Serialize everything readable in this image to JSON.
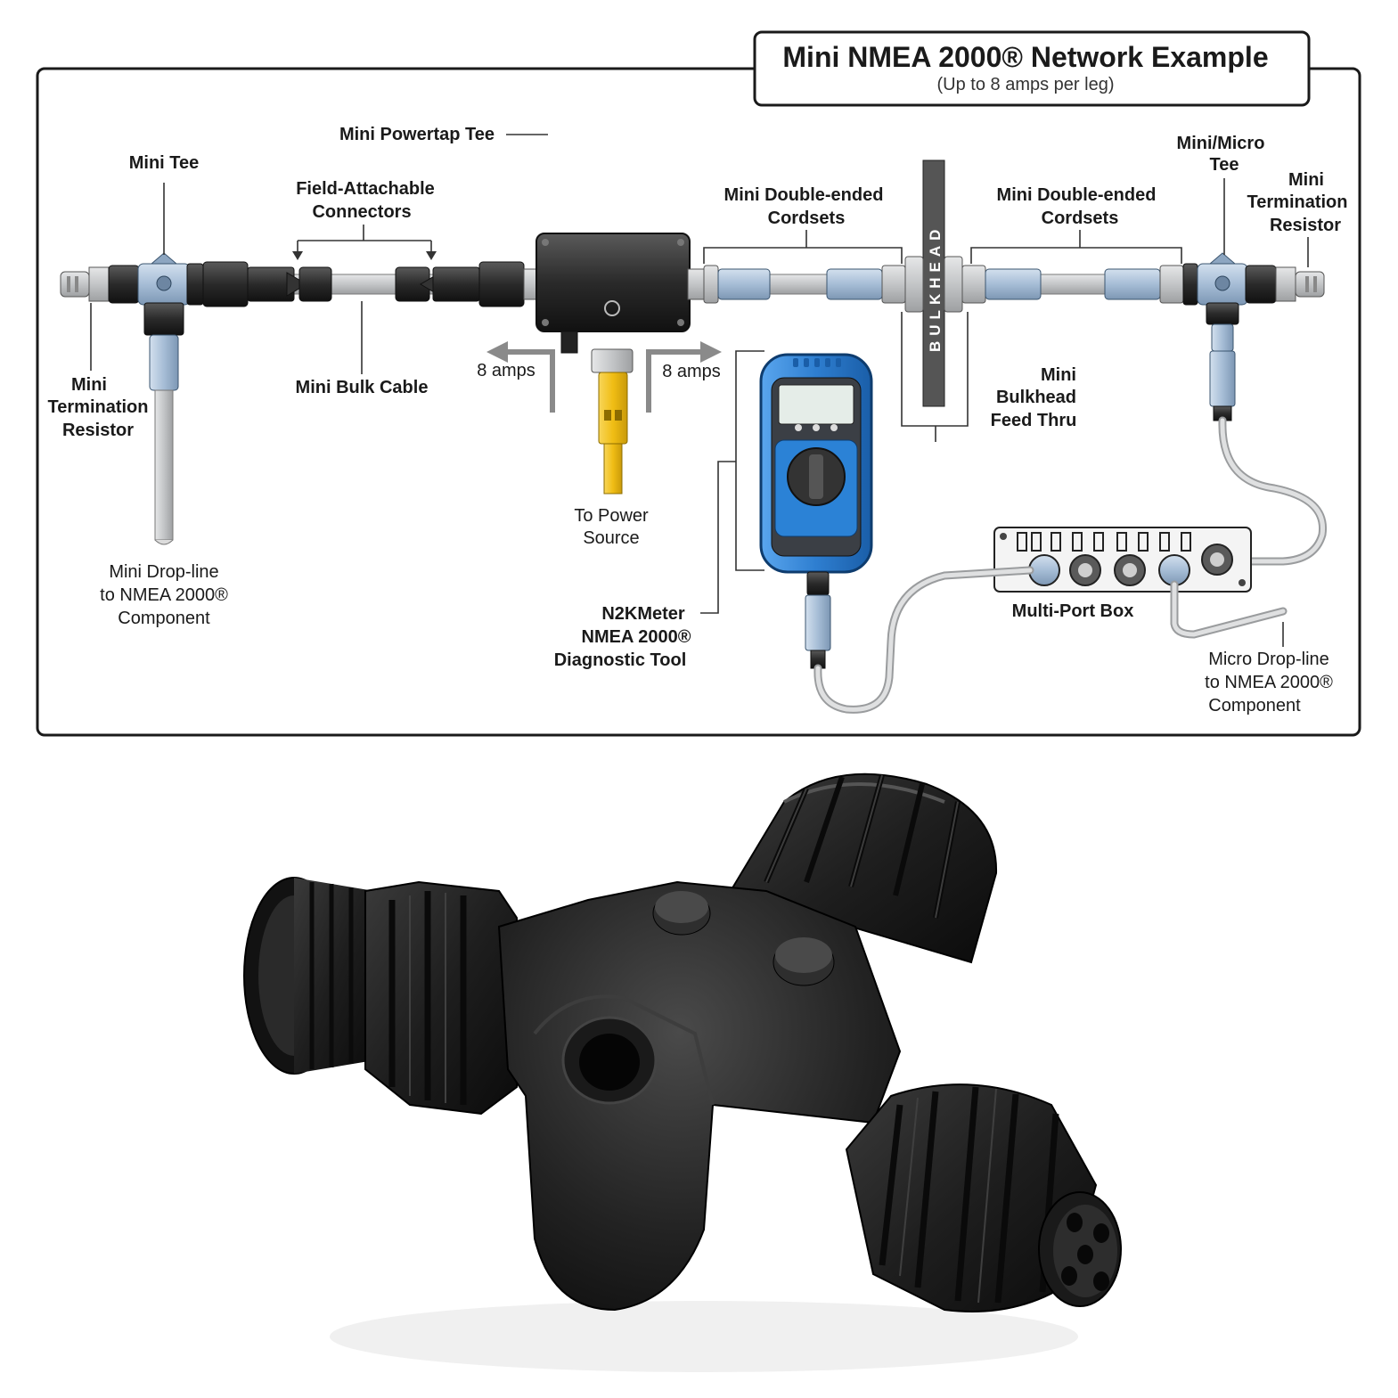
{
  "title": {
    "main": "Mini NMEA 2000® Network Example",
    "sub": "(Up to 8 amps per leg)"
  },
  "labels": {
    "mini_tee": "Mini Tee",
    "mini_powertap_tee": "Mini Powertap Tee",
    "field_attachable_1": "Field-Attachable",
    "field_attachable_2": "Connectors",
    "cordsets_left_1": "Mini Double-ended",
    "cordsets_left_2": "Cordsets",
    "cordsets_right_1": "Mini Double-ended",
    "cordsets_right_2": "Cordsets",
    "mini_micro_tee_1": "Mini/Micro",
    "mini_micro_tee_2": "Tee",
    "term_right_1": "Mini",
    "term_right_2": "Termination",
    "term_right_3": "Resistor",
    "term_left_1": "Mini",
    "term_left_2": "Termination",
    "term_left_3": "Resistor",
    "mini_bulk_cable": "Mini Bulk Cable",
    "amps_left": "8 amps",
    "amps_right": "8 amps",
    "power_source_1": "To Power",
    "power_source_2": "Source",
    "bulkhead_feed_1": "Mini",
    "bulkhead_feed_2": "Bulkhead",
    "bulkhead_feed_3": "Feed Thru",
    "bulkhead_text": "BULKHEAD",
    "multi_port_box": "Multi-Port Box",
    "drop_left_1": "Mini Drop-line",
    "drop_left_2": "to NMEA 2000®",
    "drop_left_3": "Component",
    "drop_right_1": "Micro Drop-line",
    "drop_right_2": "to NMEA 2000®",
    "drop_right_3": "Component",
    "n2k_1": "N2KMeter",
    "n2k_2": "NMEA 2000®",
    "n2k_3": "Diagnostic Tool"
  },
  "colors": {
    "connector_dark": "#2b2b2b",
    "cable_gray": "#c8cacc",
    "cordset_blue": "#a9bfd8",
    "power_yellow": "#f2c21b",
    "meter_blue": "#2f7fd0",
    "bulkhead": "#555555"
  }
}
